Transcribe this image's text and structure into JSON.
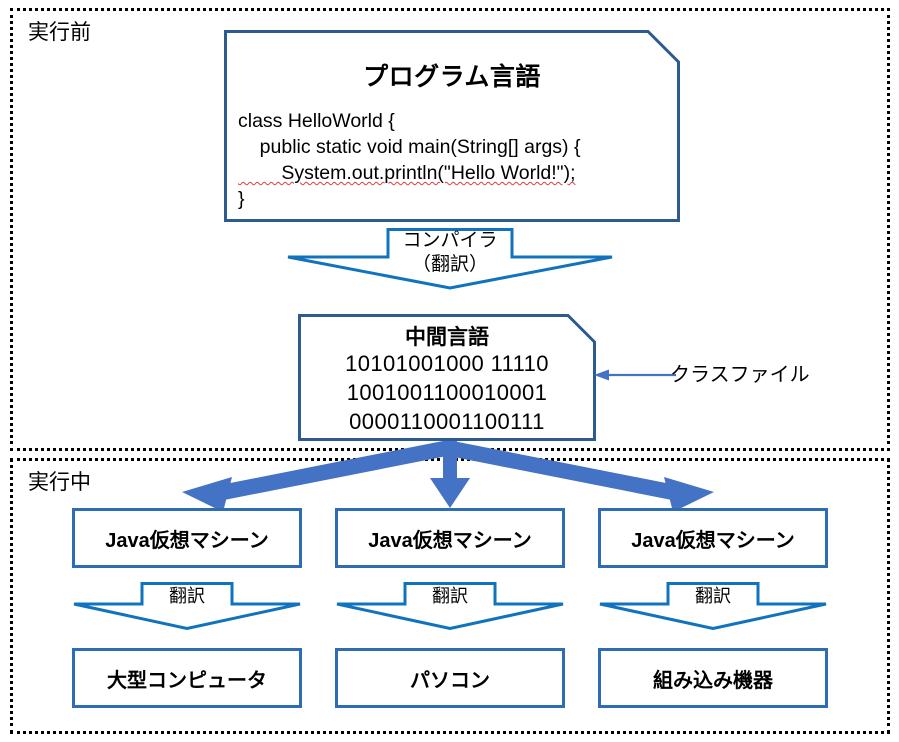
{
  "sections": {
    "before": {
      "label": "実行前"
    },
    "running": {
      "label": "実行中"
    }
  },
  "program_box": {
    "title": "プログラム言語",
    "code_line_1": "class HelloWorld {",
    "code_line_2": "    public static void main(String[] args) {",
    "code_line_3": "        System.out.println(\"Hello World!\");",
    "code_line_4": "}"
  },
  "compiler_arrow": {
    "label": "コンパイラ\n（翻訳）"
  },
  "intermediate_box": {
    "title": "中間言語",
    "bits_line_1": "10101001000 11110",
    "bits_line_2": "1001001100010001",
    "bits_line_3": "0000110001100111"
  },
  "callout": {
    "class_file_label": "クラスファイル"
  },
  "vm_boxes": [
    {
      "label": "Java仮想マシーン"
    },
    {
      "label": "Java仮想マシーン"
    },
    {
      "label": "Java仮想マシーン"
    }
  ],
  "translate_arrows": [
    {
      "label": "翻訳"
    },
    {
      "label": "翻訳"
    },
    {
      "label": "翻訳"
    }
  ],
  "device_boxes": [
    {
      "label": "大型コンピュータ"
    },
    {
      "label": "パソコン"
    },
    {
      "label": "組み込み機器"
    }
  ],
  "colors": {
    "doc_border": "#2E5B8F",
    "box_border": "#2E6DB4",
    "outline_arrow": "#1173BE",
    "solid_arrow": "#4472C4",
    "section_border": "#000000",
    "text": "#000000",
    "spellcheck_squiggle": "#E03B3B",
    "background": "#FFFFFF"
  }
}
